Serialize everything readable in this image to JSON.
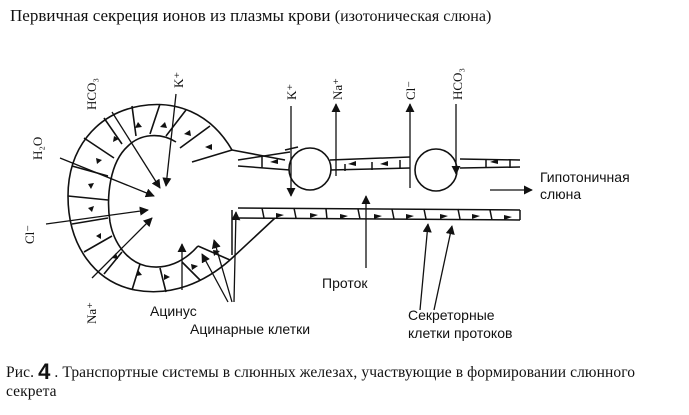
{
  "header": {
    "title": "Первичная секреция ионов из плазмы крови",
    "title_note": "(изотоническая слюна)"
  },
  "labels": {
    "hco3_acinus": "HCO₃",
    "k_acinus": "K⁺",
    "h2o_acinus": "H₂O",
    "cl_acinus": "Cl⁻",
    "na_acinus": "Na⁺",
    "k_duct": "K⁺",
    "na_duct": "Na⁺",
    "cl_duct": "Cl⁻",
    "hco3_duct": "HCO₃",
    "hypotonic_line1": "Гипотоничная",
    "hypotonic_line2": "слюна",
    "duct": "Проток",
    "acinus": "Ацинус",
    "acinar_cells": "Ацинарные клетки",
    "secretory_line1": "Секреторные",
    "secretory_line2": "клетки протоков"
  },
  "caption": {
    "prefix": "Рис.",
    "number": "4",
    "text": ". Транспортные системы в слюнных железах, участвующие в формировании слюнного секрета"
  }
}
